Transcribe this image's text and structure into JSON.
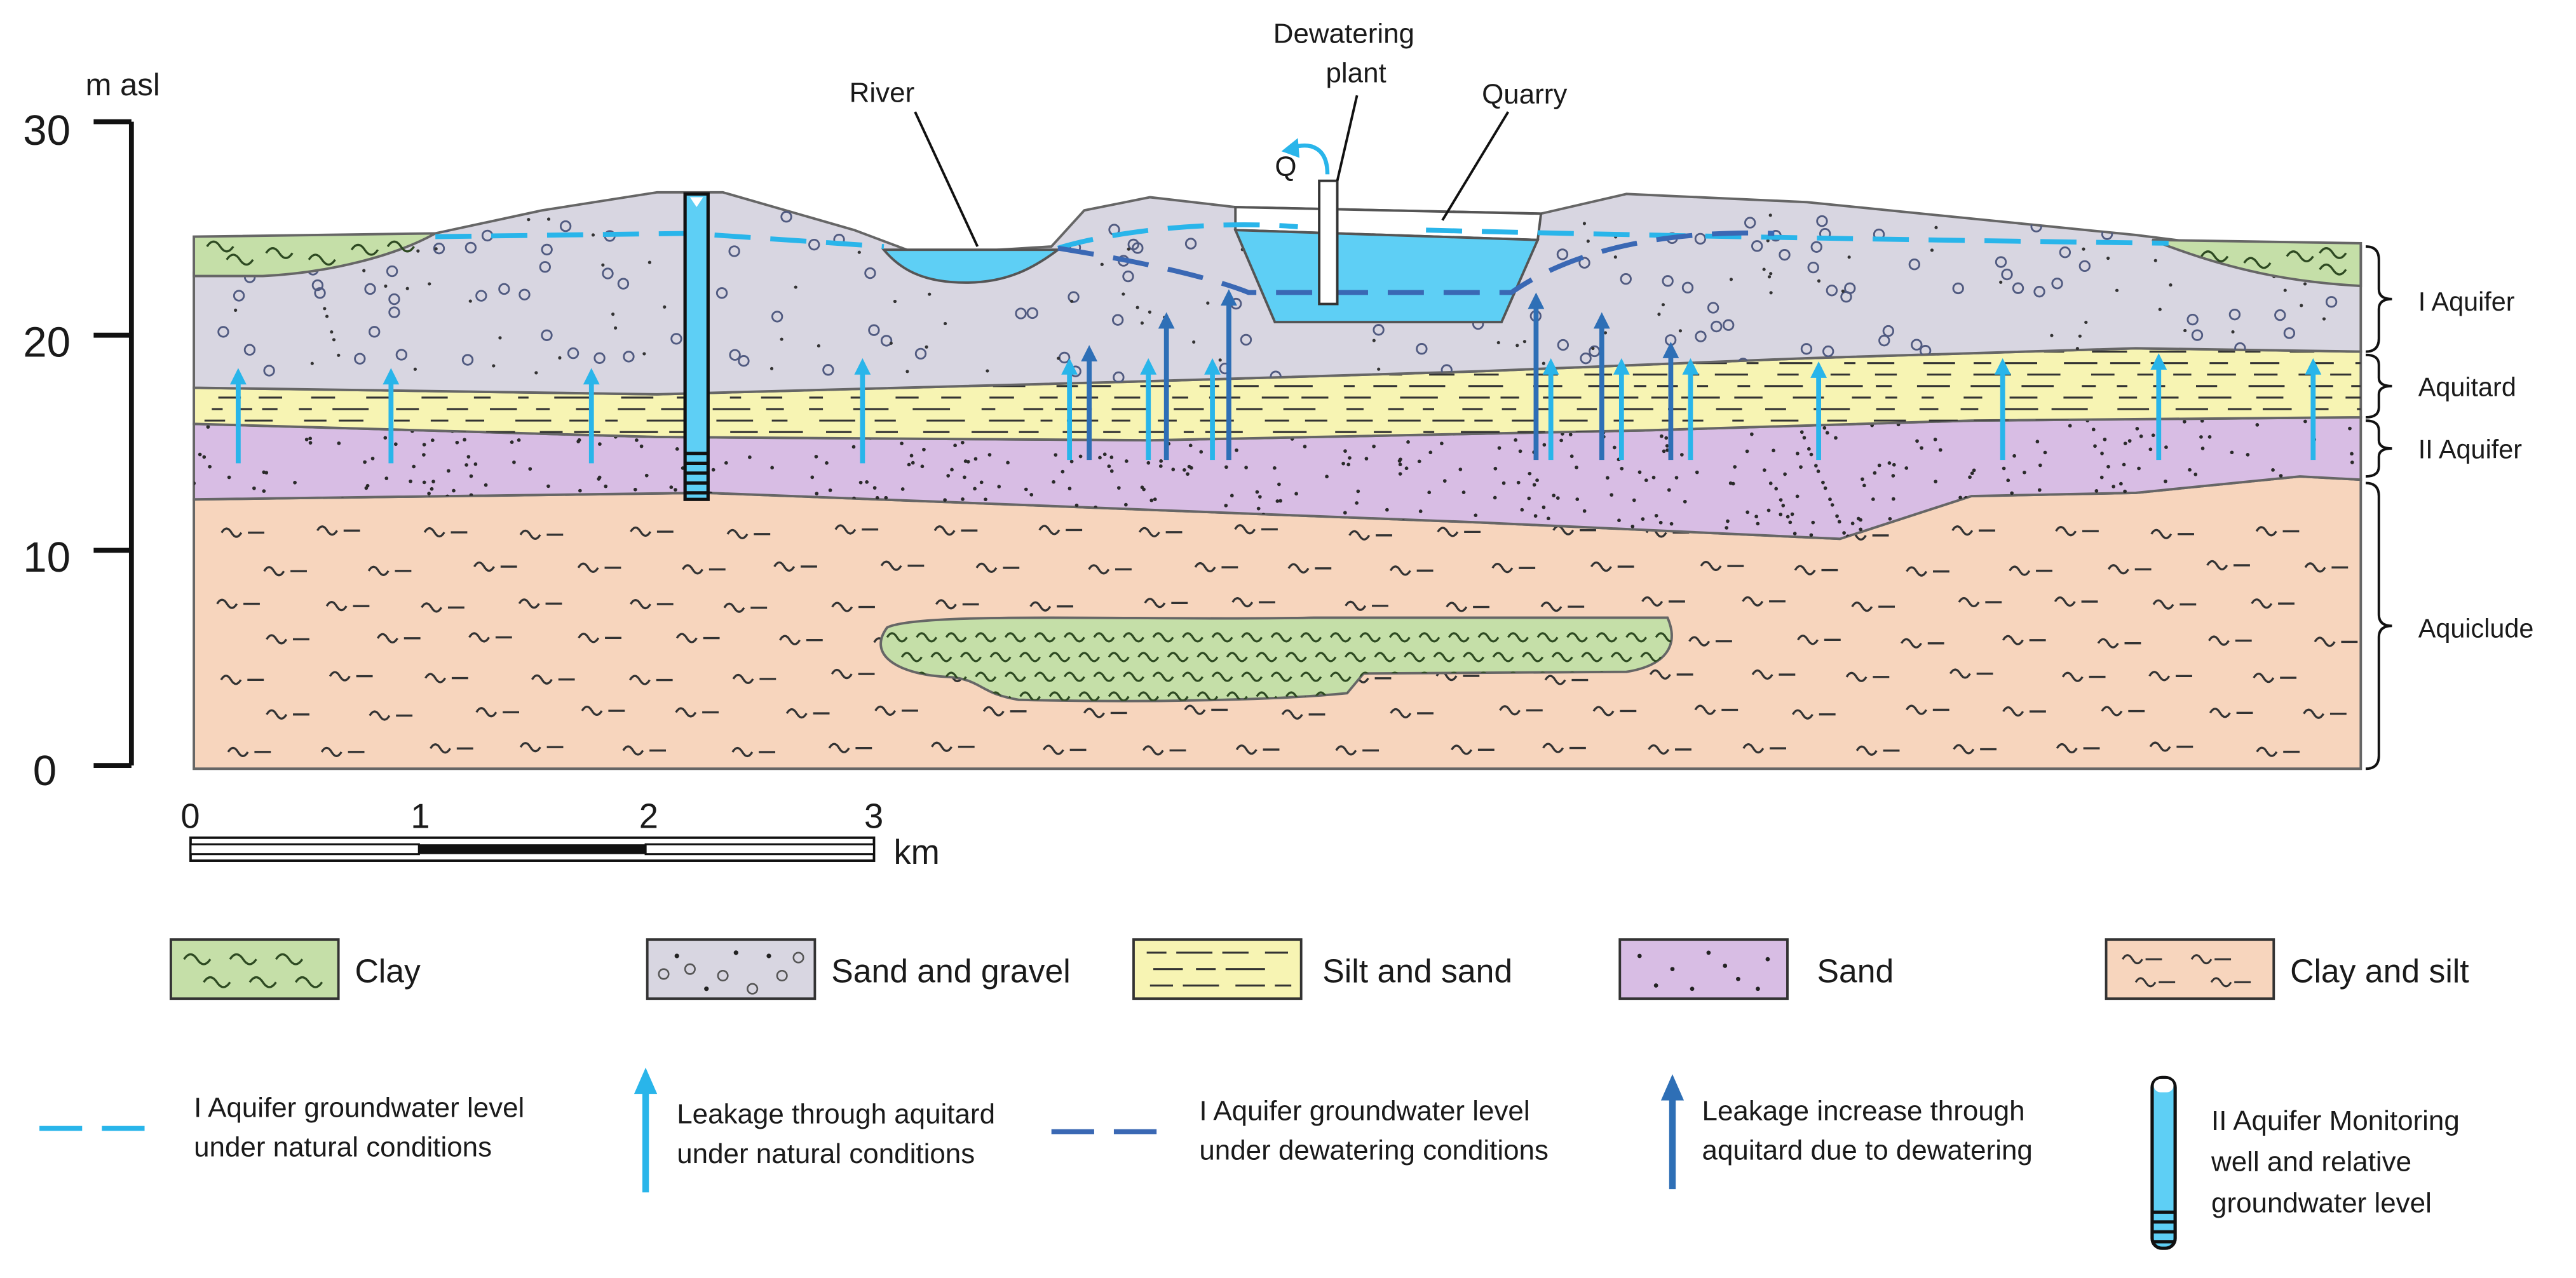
{
  "axis": {
    "unit_label": "m asl",
    "ticks": [
      "30",
      "20",
      "10",
      "0"
    ]
  },
  "scale_bar": {
    "ticks": [
      "0",
      "1",
      "2",
      "3"
    ],
    "unit": "km"
  },
  "annotations": {
    "river": "River",
    "dewatering_plant_line1": "Dewatering",
    "dewatering_plant_line2": "plant",
    "quarry": "Quarry",
    "discharge": "Q"
  },
  "brackets": {
    "aquifer_1": "I Aquifer",
    "aquitard": "Aquitard",
    "aquifer_2": "II Aquifer",
    "aquiclude": "Aquiclude"
  },
  "materials": [
    {
      "label": "Clay",
      "color": "#c5dfa8"
    },
    {
      "label": "Sand and gravel",
      "color": "#d8d6e1"
    },
    {
      "label": "Silt and sand",
      "color": "#f7f4b3"
    },
    {
      "label": "Sand",
      "color": "#d8bde4"
    },
    {
      "label": "Clay and silt",
      "color": "#f7d5bd"
    }
  ],
  "legend": {
    "natural_level_1": "I Aquifer groundwater level",
    "natural_level_2": "under natural conditions",
    "leakage_natural_1": "Leakage through aquitard",
    "leakage_natural_2": "under natural conditions",
    "dewatering_level_1": "I Aquifer  groundwater level",
    "dewatering_level_2": "under dewatering conditions",
    "leakage_increase_1": "Leakage increase through",
    "leakage_increase_2": "aquitard due to dewatering",
    "monitoring_1": "II Aquifer Monitoring",
    "monitoring_2": "well and relative",
    "monitoring_3": "groundwater level"
  },
  "colors": {
    "natural_arrow": "#29b5ea",
    "dewatering_arrow": "#2e6fb6",
    "water": "#5ecff5",
    "natural_level_line": "#29b5ea",
    "dewatering_level_line": "#3a68b4"
  }
}
